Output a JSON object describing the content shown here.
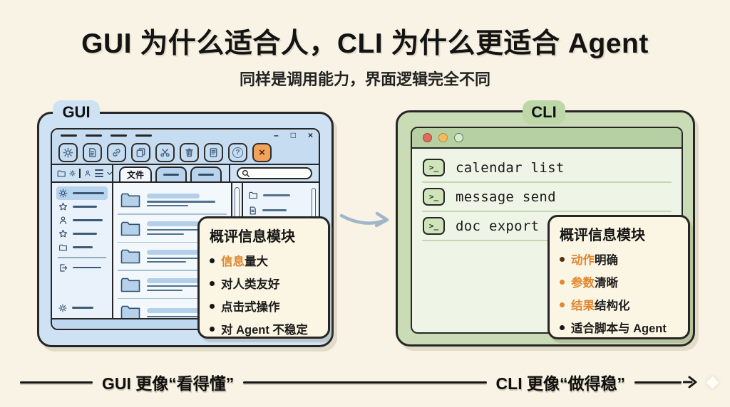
{
  "header": {
    "title": "GUI 为什么适合人，CLI 为什么更适合 Agent",
    "subtitle": "同样是调用能力，界面逻辑完全不同"
  },
  "gui": {
    "label": "GUI",
    "window_controls": {
      "minimize": "–",
      "maximize": "□",
      "close": "×"
    },
    "glyphs": {
      "help": "?",
      "close_x": "×"
    },
    "toolbar_icons": [
      "gear",
      "page",
      "link",
      "duplicate",
      "scissors",
      "trash",
      "document",
      "help",
      "close-orange"
    ],
    "tabs": [
      {
        "label": "文件",
        "active": true
      },
      {
        "label": "",
        "active": false
      },
      {
        "label": "",
        "active": false
      }
    ],
    "sidebar_icons": [
      "gear",
      "star",
      "user",
      "star",
      "folder",
      "export",
      "gear"
    ],
    "callout": {
      "title": "概评信息模块",
      "items": [
        {
          "em": "信息",
          "text": "量大"
        },
        {
          "em": "",
          "text": "对人类友好"
        },
        {
          "em": "",
          "text": "点击式操作"
        },
        {
          "em": "",
          "text": "对 Agent 不稳定"
        }
      ]
    }
  },
  "cli": {
    "label": "CLI",
    "prompt_glyph": ">_",
    "commands": [
      "calendar list",
      "message send",
      "doc export"
    ],
    "callout": {
      "title": "概评信息模块",
      "items": [
        {
          "em": "动作",
          "text": "明确"
        },
        {
          "em": "参数",
          "text": "清晰"
        },
        {
          "em": "结果",
          "text": "结构化"
        },
        {
          "em": "",
          "text": "适合脚本与 Agent"
        }
      ]
    }
  },
  "footer": {
    "gui_label": "GUI 更像“看得懂”",
    "cli_label": "CLI 更像“做得稳”"
  },
  "colors": {
    "background": "#f8f3e5",
    "gui_blue": "#cfe2f4",
    "cli_green": "#cadcb6",
    "accent_orange": "#e0872f",
    "button_orange": "#f2a25a",
    "ink": "#262626"
  }
}
